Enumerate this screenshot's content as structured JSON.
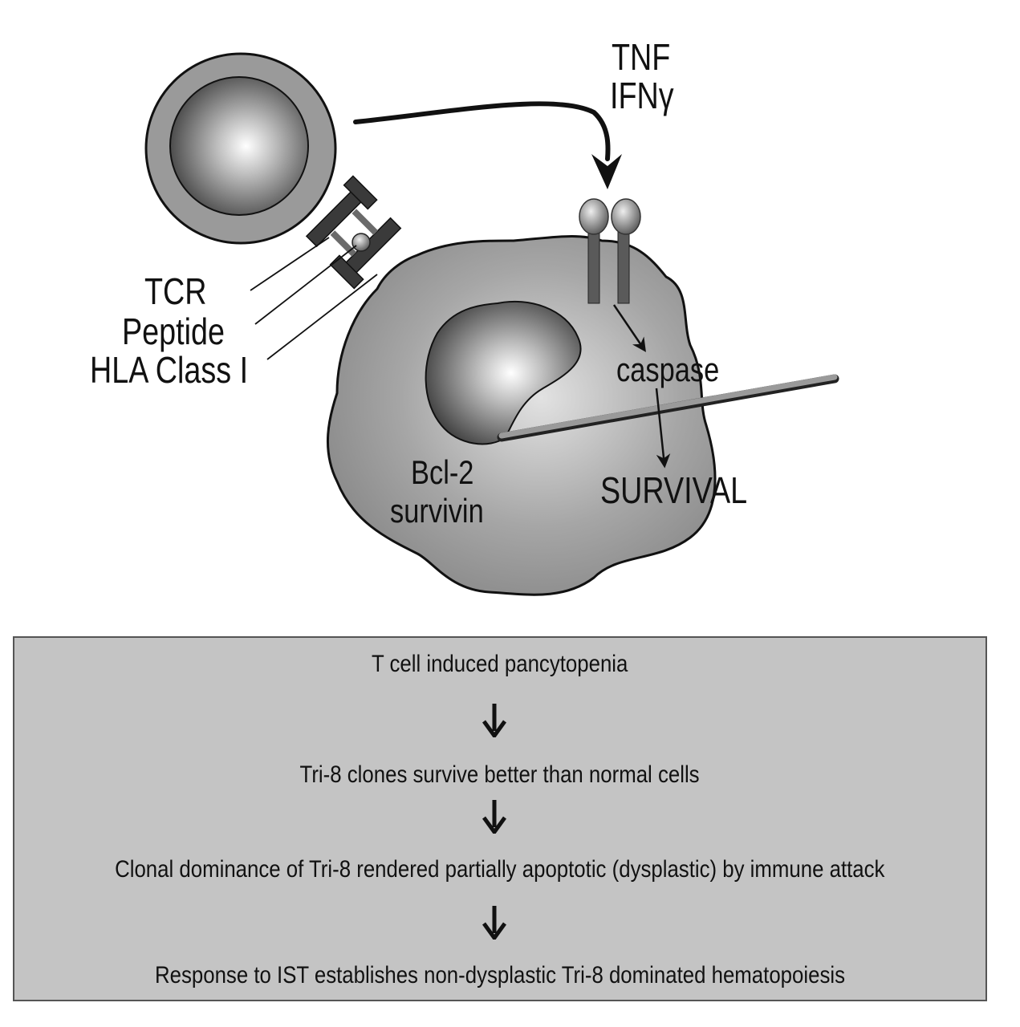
{
  "diagram": {
    "labels": {
      "tnf": "TNF",
      "ifng": "IFNγ",
      "tcr": "TCR",
      "peptide": "Peptide",
      "hla": "HLA Class I",
      "caspase": "caspase",
      "bcl2": "Bcl-2",
      "survivin": "survivin",
      "survival": "SURVIVAL"
    }
  },
  "flow": {
    "steps": [
      "T cell induced pancytopenia",
      "Tri-8 clones survive better than normal cells",
      "Clonal dominance of Tri-8 rendered partially apoptotic (dysplastic) by immune attack",
      "Response to IST establishes non-dysplastic Tri-8 dominated hematopoiesis"
    ]
  },
  "colors": {
    "cell_fill": "#9a9a9a",
    "box_fill": "#c4c4c4",
    "stroke": "#111111"
  }
}
